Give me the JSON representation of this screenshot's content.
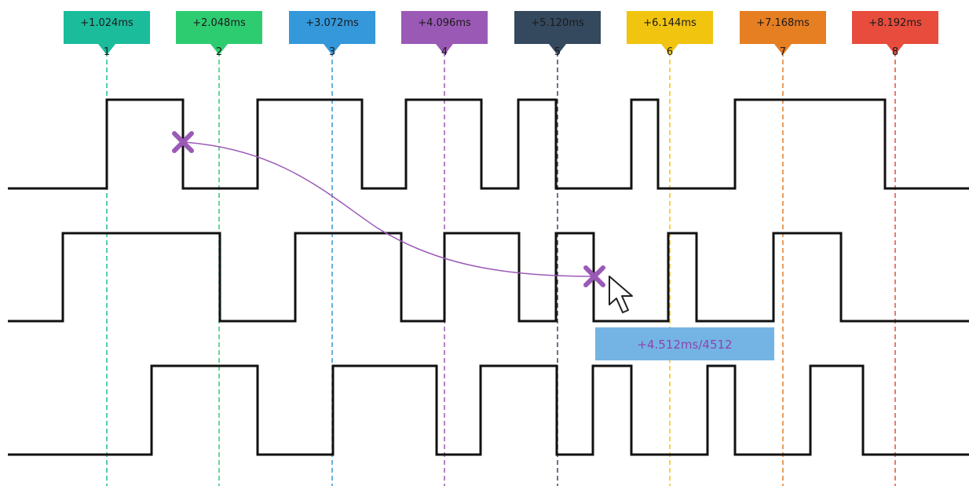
{
  "markers": [
    {
      "num": "1",
      "label": "+1.024ms",
      "color": "#1abc9c"
    },
    {
      "num": "2",
      "label": "+2.048ms",
      "color": "#2ecc71"
    },
    {
      "num": "3",
      "label": "+3.072ms",
      "color": "#3498db"
    },
    {
      "num": "4",
      "label": "+4.096ms",
      "color": "#9b59b6"
    },
    {
      "num": "5",
      "label": "+5.120ms",
      "color": "#34495e"
    },
    {
      "num": "6",
      "label": "+6.144ms",
      "color": "#f1c40f"
    },
    {
      "num": "7",
      "label": "+7.168ms",
      "color": "#e67e22"
    },
    {
      "num": "8",
      "label": "+8.192ms",
      "color": "#e74c3c"
    }
  ],
  "measurement": {
    "label": "+4.512ms/4512",
    "color": "#9b59b6",
    "label_bg": "#74b4e4",
    "label_color": "#8e44ad"
  },
  "cursor_icon": "mouse-pointer-icon",
  "channel_color": "#111111"
}
